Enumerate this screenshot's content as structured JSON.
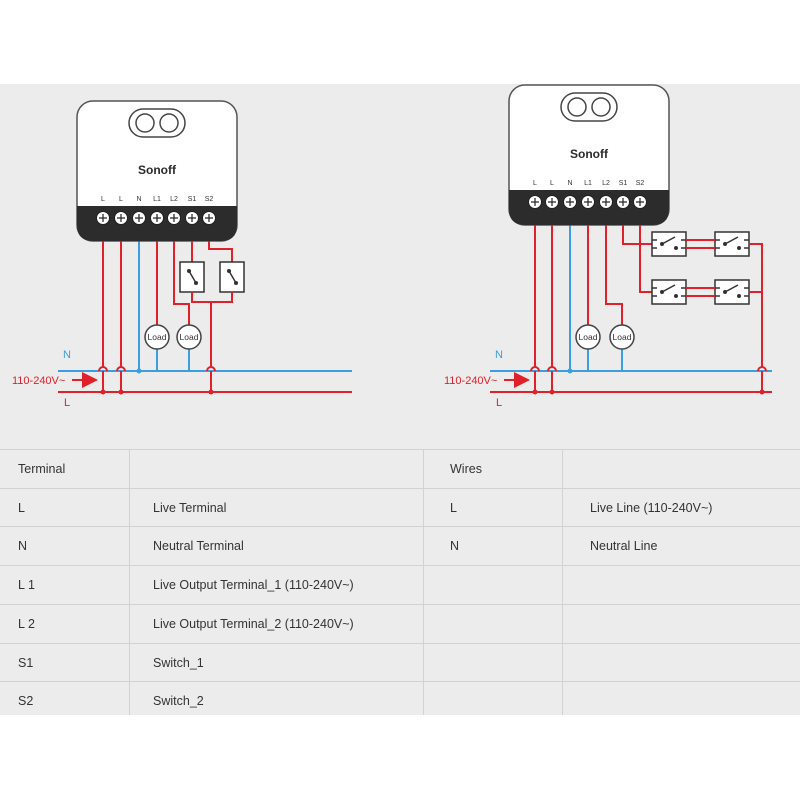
{
  "colors": {
    "background": "#ececec",
    "live": "#e0202a",
    "neutral": "#3b9ee0",
    "device_stroke": "#333333"
  },
  "diagram1": {
    "brand": "Sonoff",
    "terminals": [
      "L",
      "L",
      "N",
      "L1",
      "L2",
      "S1",
      "S2"
    ],
    "load_label": "Load",
    "neutral_label": "N",
    "live_label": "L",
    "supply_label": "110-240V~"
  },
  "diagram2": {
    "brand": "Sonoff",
    "terminals": [
      "L",
      "L",
      "N",
      "L1",
      "L2",
      "S1",
      "S2"
    ],
    "load_label": "Load",
    "neutral_label": "N",
    "live_label": "L",
    "supply_label": "110-240V~"
  },
  "table": {
    "headers": {
      "terminal": "Terminal",
      "wires": "Wires"
    },
    "terminal_rows": [
      {
        "code": "L",
        "desc": "Live Terminal"
      },
      {
        "code": "N",
        "desc": "Neutral Terminal"
      },
      {
        "code": "L 1",
        "desc": "Live Output Terminal_1 (110-240V~)"
      },
      {
        "code": "L 2",
        "desc": "Live Output Terminal_2 (110-240V~)"
      },
      {
        "code": "S1",
        "desc": "Switch_1"
      },
      {
        "code": "S2",
        "desc": "Switch_2"
      }
    ],
    "wire_rows": [
      {
        "code": "L",
        "desc": "Live Line (110-240V~)"
      },
      {
        "code": "N",
        "desc": "Neutral Line"
      }
    ]
  }
}
